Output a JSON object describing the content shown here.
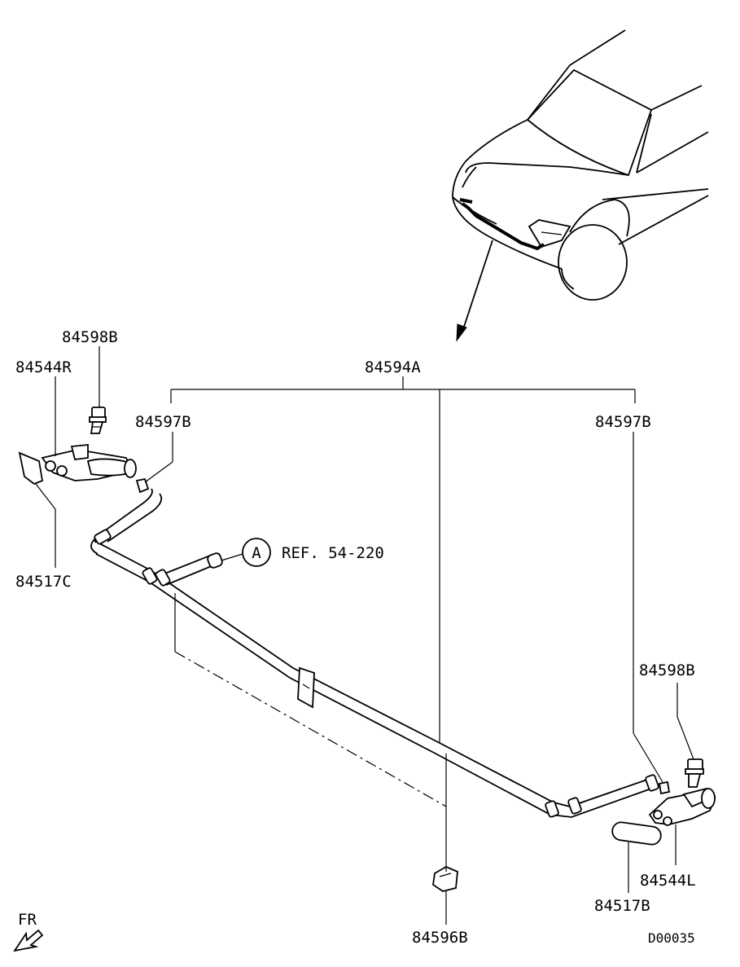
{
  "diagram": {
    "code": "D00035",
    "orientation": "FR",
    "reference": {
      "circle_letter": "A",
      "text": "REF. 54-220"
    },
    "parts": {
      "hose_assembly": "84594A",
      "clip_left": "84597B",
      "clip_right": "84597B",
      "nozzle_bolt_left": "84598B",
      "nozzle_bolt_right": "84598B",
      "nozzle_right": "84544R",
      "nozzle_left": "84544L",
      "cover_right": "84517C",
      "cover_left": "84517B",
      "hose_clip": "84596B"
    }
  }
}
